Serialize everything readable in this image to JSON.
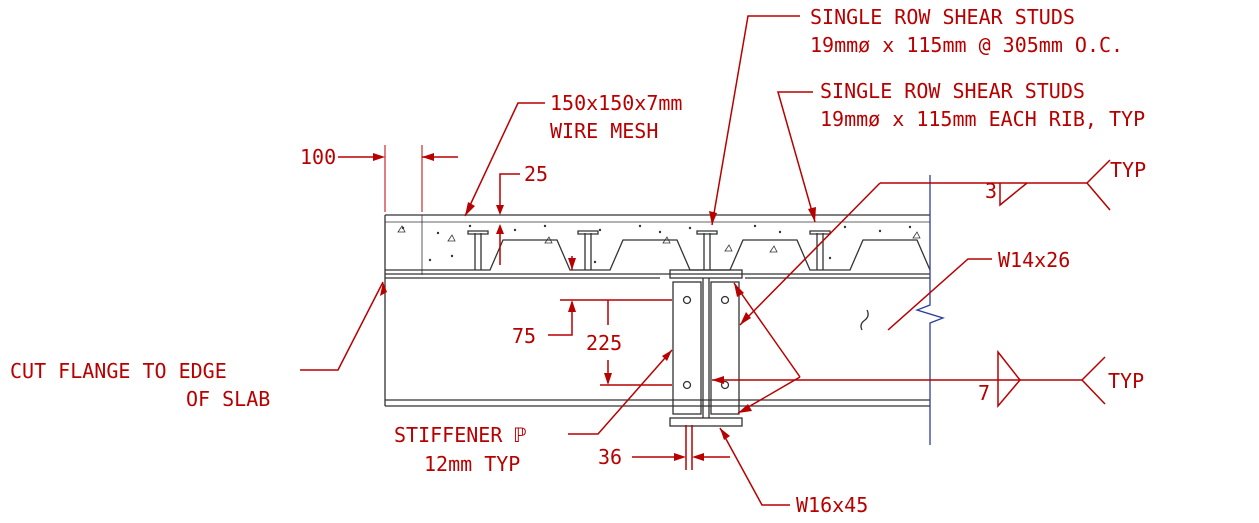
{
  "labels": {
    "stud_callout_1_line1": "SINGLE ROW SHEAR STUDS",
    "stud_callout_1_line2": "19mmø x 115mm @ 305mm O.C.",
    "stud_callout_2_line1": "SINGLE ROW SHEAR STUDS",
    "stud_callout_2_line2": "19mmø x 115mm EACH RIB, TYP",
    "mesh_line1": "150x150x7mm",
    "mesh_line2": "WIRE MESH",
    "dim_100": "100",
    "dim_25": "25",
    "dim_75": "75",
    "dim_225": "225",
    "dim_36": "36",
    "weld_size_3": "3",
    "weld_size_7": "7",
    "typ_1": "TYP",
    "typ_2": "TYP",
    "beam_w14": "W14x26",
    "beam_w16": "W16x45",
    "cut_flange_line1": "CUT FLANGE TO EDGE",
    "cut_flange_line2": "OF SLAB",
    "stiffener_line1": "STIFFENER ℙ",
    "stiffener_line2": "12mm TYP"
  },
  "colors": {
    "annotation": "#b80000",
    "linework": "#333333",
    "break_line": "#2f3d9c"
  }
}
